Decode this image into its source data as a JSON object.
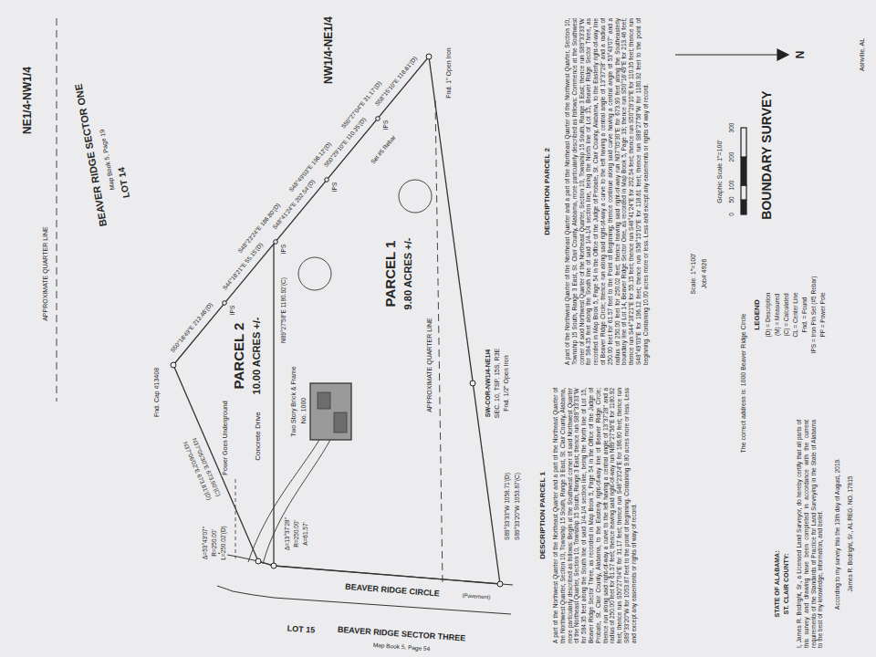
{
  "diagram": {
    "title": "BOUNDARY SURVEY",
    "labels": [
      "NE1/4-NW1/4",
      "NW1/4-NE1/4",
      "APPROXIMATE QUARTER LINE",
      "BEAVER RIDGE SECTOR ONE",
      "Map Book 5, Page 19",
      "LOT 14",
      "Fnd. Cap #13408",
      "N37°05'30\"E 673.90'(C)",
      "N37°06'02\"E 673.81'(D)",
      "Power Goes Underground",
      "Concrete Drive",
      "Δ=53°43'07\"",
      "R=250.00'",
      "L=250.02'(D)",
      "Δ=13°37'28\"",
      "R=250.00'",
      "A=61.57'",
      "Two Story Brick & Frame",
      "No. 1000",
      "PARCEL 2",
      "10.00 ACRES +/-",
      "N89°27'58\"E 1180.92'(C)",
      "PARCEL 1",
      "9.80 ACRES +/-",
      "APPROXIMATE QUARTER LINE",
      "SW-COR-NW1/4-NE1/4",
      "SEC. 10, TSP. 15S, R3E",
      "Fnd. 1/2\" Open Iron",
      "S89°33'33\"W 1058.71'(D)",
      "S89°33'20\"W 1053.87'(C)",
      "Fnd. 1\" Open Iron",
      "S50°16'49\"E 213.46'(D)",
      "S44°18'21\"E 55.15'(D)",
      "S48°41'24\"E 202.54'(D)",
      "S50°29'10\"E 110.35'(D)",
      "S58°15'10\"E 118.61'(D)",
      "S48°49'03\"E 196.12'(D)",
      "S50°27'04\"E 31.17'(D)",
      "S48°23'24\"E 186.80'(D)",
      "IPS",
      "IPS",
      "IPS",
      "IPS",
      "Set #5 Rebar",
      "BEAVER RIDGE CIRCLE",
      "(Pavement)",
      "LOT 15",
      "BEAVER RIDGE SECTOR THREE",
      "Map Book 5, Page 54",
      "DESCRIPTION PARCEL 1",
      "A part of the Northwest Quarter of the Northeast Quarter and a part of the Northeast Quarter of the Northwest Quarter, Section 10, Township 15 South, Range 3 East, St. Clair County, Alabama, more particularly described as follows: Begin at the Southwest corner of said Northwest Quarter of the Northeast Quarter, Section 10, Township 15 South, Range 3 East; thence run S89°33'33\"W for 584.35 feet along the South line of said 1/4-1/4 section line, being the North line of Lot 15, Beaver Ridge Sector Three, as recorded in Map Book 5, Page 54 in the Office of the Judge of Probate, St. Clair County, Alabama, to the Easterly right-of-way line of Beaver Ridge Circle; thence run along said right-of-way a curve to the left having a central angle of 13°37'28\" and a radius of 250.00 feet for 61.57 feet; thence leaving said right-of-way run N89°27'58\"E for 1180.92 feet; thence run S50°27'04\"E for 31.17 feet; thence run S48°23'24\"E for 186.80 feet; thence run S89°33'20\"W for 1053.87 feet to the point of beginning. Containing 9.80 acres more or less. Less and except any easements or rights of way of record.",
      "DESCRIPTION PARCEL 2",
      "A part of the Northwest Quarter of the Northeast Quarter and a part of the Northeast Quarter of the Northwest Quarter, Section 10, Township 15 South, Range 3 East, St. Clair County, Alabama, more particularly described as follows: Commence at the Southwest corner of said Northwest Quarter of the Northeast Quarter, Section 10, Township 15 South, Range 3 East; thence run S89°33'33\"W for 584.35 feet along the South line of said 1/4-1/4 section line, being the North line of Lot 15, Beaver Ridge Sector Three, as recorded in Map Book 5, Page 54 in the Office of the Judge of Probate, St. Clair County, Alabama, to the Easterly right-of-way line of Beaver Ridge Circle; thence run along said right-of-way a curve to the left having a central angle of 13°37'28\" and a radius of 250.00 feet for 61.57 feet to the Point of Beginning; thence continue along said curve having a central angle of 53°43'07\" and a radius of 250.00 feet for 250.02 feet; thence leaving said right-of-way run N37°05'30\"E for 673.90 feet along the Southeasterly boundary line of Lot 14, Beaver Ridge Sector One, as recorded in Map Book 5, Page 19; thence run S50°16'49\"E for 213.46 feet; thence run S44°18'21\"E for 55.15 feet; thence run S48°41'24\"E for 202.54 feet; thence run S50°29'10\"E for 110.35 feet; thence run S48°49'03\"E for 196.12 feet; thence run S58°15'10\"E for 118.61 feet; thence run S89°27'58\"W for 1180.92 feet to the point of beginning. Containing 10.00 acres more or less. Less and except any easements or rights of way of record.",
      "Scale: 1\"=100'",
      "Job# 4926",
      "Graphic Scale 1\"=100'",
      "0",
      "50",
      "100",
      "200",
      "300",
      "N",
      "Ashville, AL",
      "The correct address is: 1000 Beaver Ridge Circle",
      "STATE OF ALABAMA:",
      "ST. CLAIR COUNTY:",
      "I, James R. Bodright, Sr., a Licensed Land Surveyor, do hereby certify that all parts of this survey and drawing have been completed in accordance with the current requirements of the Standards of Practice for Land Surveying in the State of Alabama to the best of my knowledge, information, and belief.",
      "According to my survey this the 13th day of August, 2019.",
      "James R. Bodright, Sr., AL REG. NO. 17815",
      "LEGEND"
    ],
    "legend": [
      {
        "text": "(D) = Description"
      },
      {
        "text": "(M) = Measured"
      },
      {
        "text": "(C) = Calculated"
      },
      {
        "text": "CL = Center Line"
      },
      {
        "text": "Fnd. = Found"
      },
      {
        "text": "IPS = Iron Pin Set (#5 Rebar)"
      },
      {
        "text": "PP = Power Pole"
      }
    ]
  }
}
